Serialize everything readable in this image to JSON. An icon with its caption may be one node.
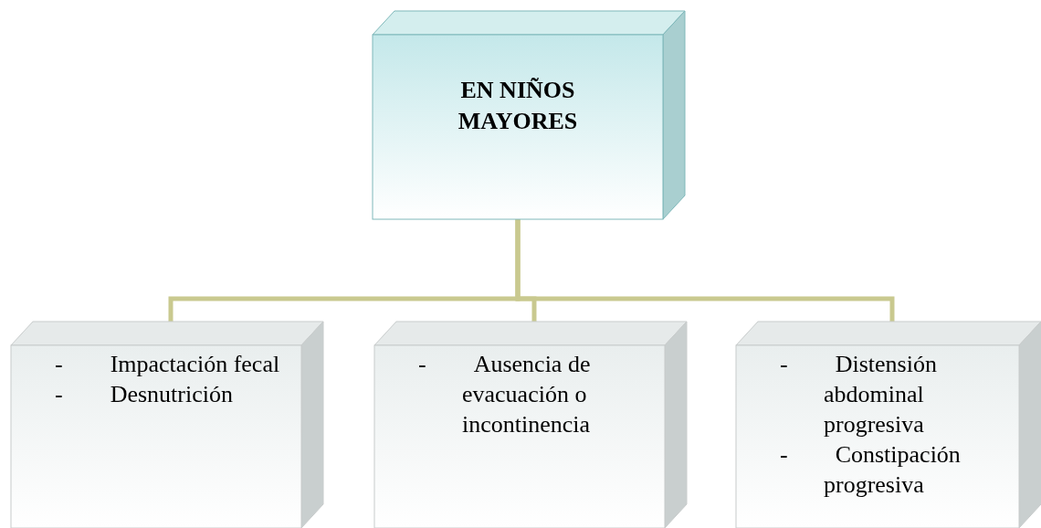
{
  "diagram": {
    "nodes": [
      {
        "text": [
          "EN NIÑOS MAYORES"
        ]
      },
      {
        "text": [
          "- Impactación fecal",
          "- Desnutrición"
        ]
      },
      {
        "text": [
          "- Ausencia de evacuación o incontinencia"
        ]
      },
      {
        "text": [
          "- Distensión abdominal progresiva",
          "- Constipación progresiva"
        ]
      }
    ],
    "edges": [
      {
        "from": 0,
        "to": 1,
        "arrow": "none"
      },
      {
        "from": 0,
        "to": 2,
        "arrow": "none"
      },
      {
        "from": 0,
        "to": 3,
        "arrow": "none"
      }
    ]
  }
}
